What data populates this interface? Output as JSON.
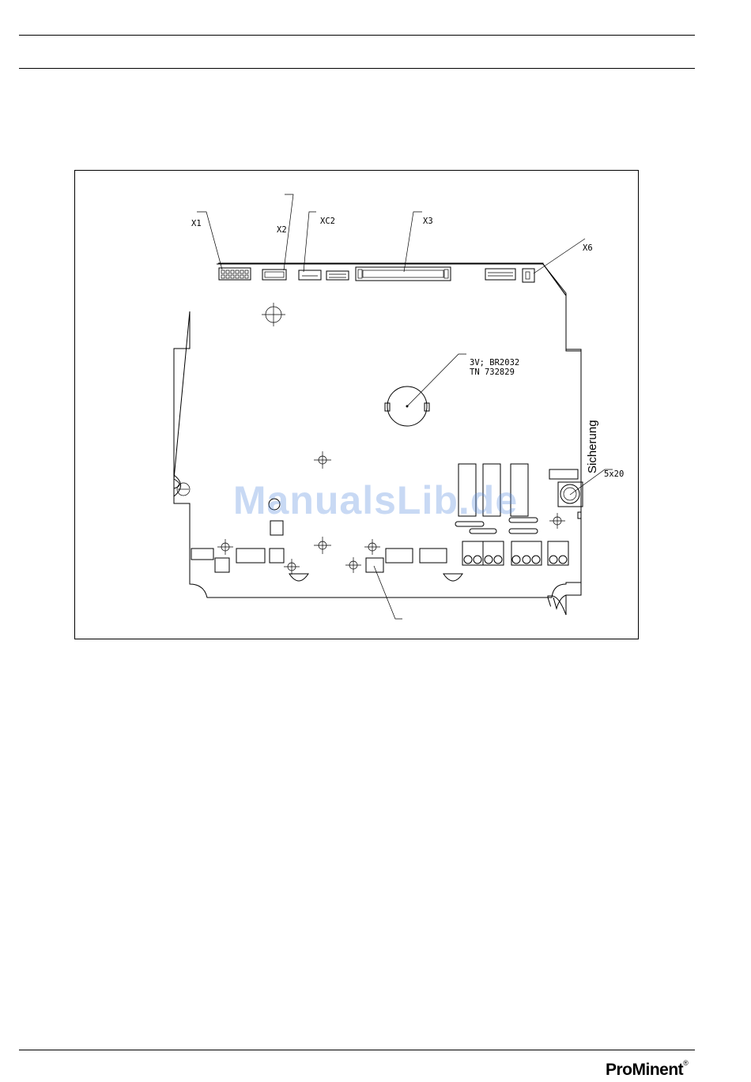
{
  "figure": {
    "labels": {
      "x1": "X1",
      "x2": "X2",
      "xc2": "XC2",
      "x3": "X3",
      "x6": "X6",
      "battery_line1": "3V; BR2032",
      "battery_line2": "TN 732829",
      "fuse_title": "Sicherung",
      "fuse_size": "5x20"
    }
  },
  "watermark": {
    "text": "ManualsLib.de"
  },
  "footer": {
    "brand": "ProMinent",
    "registered": "®"
  }
}
